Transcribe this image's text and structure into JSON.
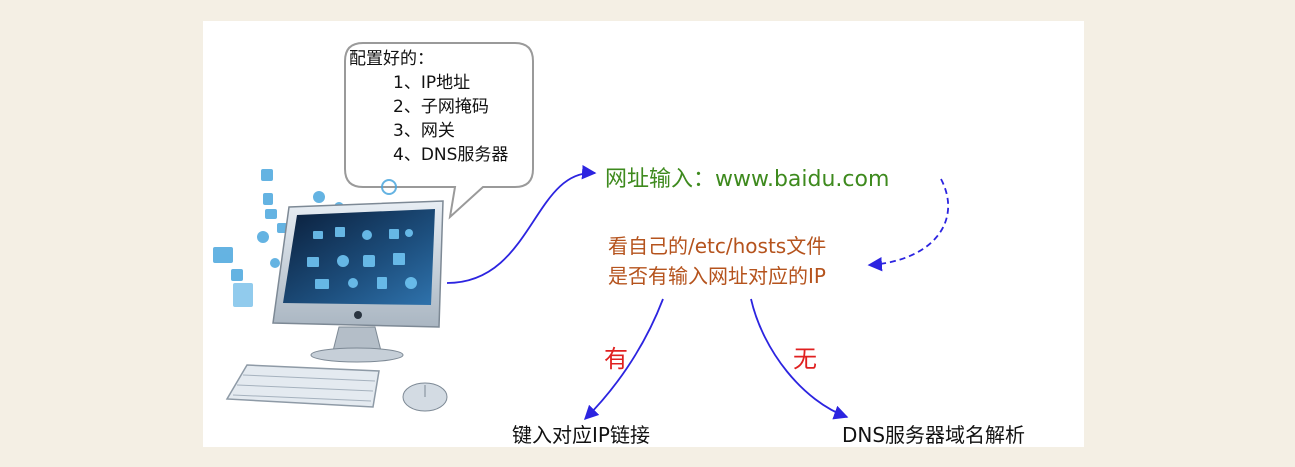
{
  "bubble": {
    "title": "配置好的：",
    "items": [
      "1、IP地址",
      "2、子网掩码",
      "3、网关",
      "4、DNS服务器"
    ]
  },
  "flow": {
    "url_input": "网址输入：www.baidu.com",
    "check_line1": "看自己的/etc/hosts文件",
    "check_line2": "是否有输入网址对应的IP",
    "yes_label": "有",
    "no_label": "无",
    "yes_result": "键入对应IP链接",
    "no_result": "DNS服务器域名解析"
  },
  "colors": {
    "arrow": "#2c24e0",
    "url_text": "#3e8a1e",
    "check_text": "#b5531d",
    "branch_label": "#e02020"
  }
}
